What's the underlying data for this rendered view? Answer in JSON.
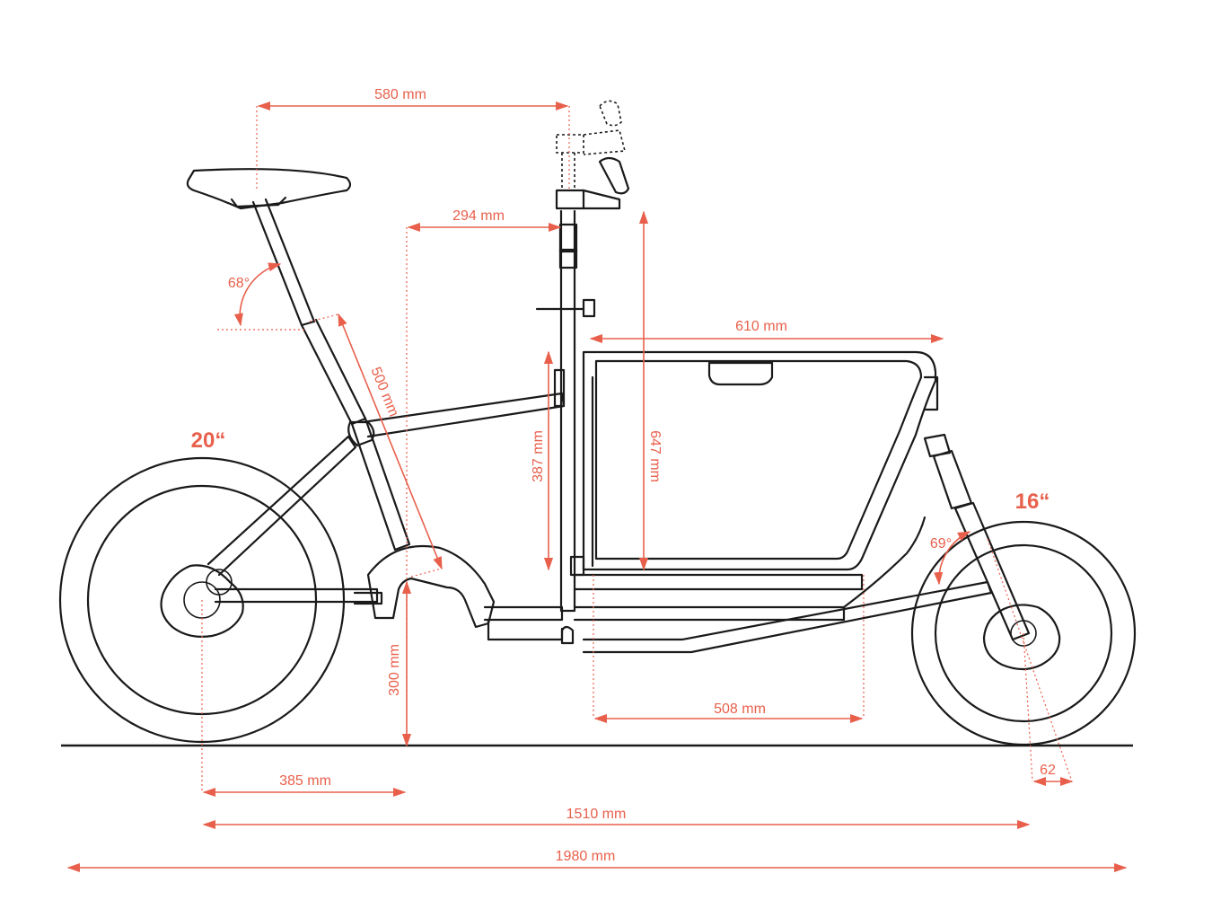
{
  "colors": {
    "accent": "#e8604c",
    "line": "#1a1a1a",
    "background": "#ffffff"
  },
  "wheels": {
    "rear_size": "20“",
    "front_size": "16“"
  },
  "angles": {
    "seat_angle": "68°",
    "head_angle": "69°"
  },
  "dimensions": {
    "seat_to_bar": "580 mm",
    "reach": "294 mm",
    "seat_tube": "500 mm",
    "box_length_top": "610 mm",
    "box_height": "387 mm",
    "bar_height": "647 mm",
    "bb_height": "300 mm",
    "box_length_bottom": "508 mm",
    "chainstay": "385 mm",
    "trail": "62",
    "wheelbase": "1510 mm",
    "overall_length": "1980 mm"
  }
}
